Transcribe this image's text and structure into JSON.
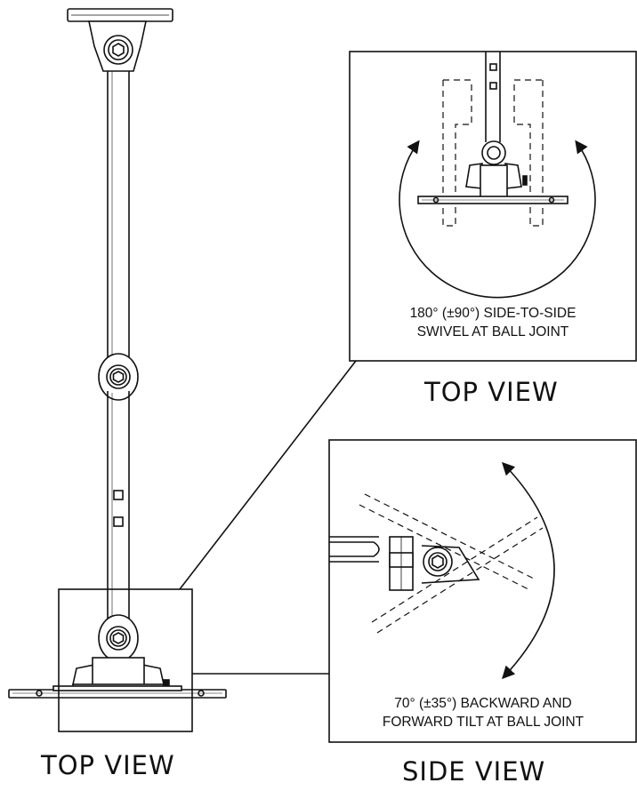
{
  "colors": {
    "stroke": "#111111",
    "background": "#ffffff"
  },
  "main_label": "TOP VIEW",
  "inset_top": {
    "label": "TOP VIEW",
    "caption_line1": "180° (±90°) SIDE-TO-SIDE",
    "caption_line2": "SWIVEL AT BALL JOINT"
  },
  "inset_side": {
    "label": "SIDE VIEW",
    "caption_line1": "70° (±35°) BACKWARD AND",
    "caption_line2": "FORWARD TILT AT BALL JOINT"
  }
}
